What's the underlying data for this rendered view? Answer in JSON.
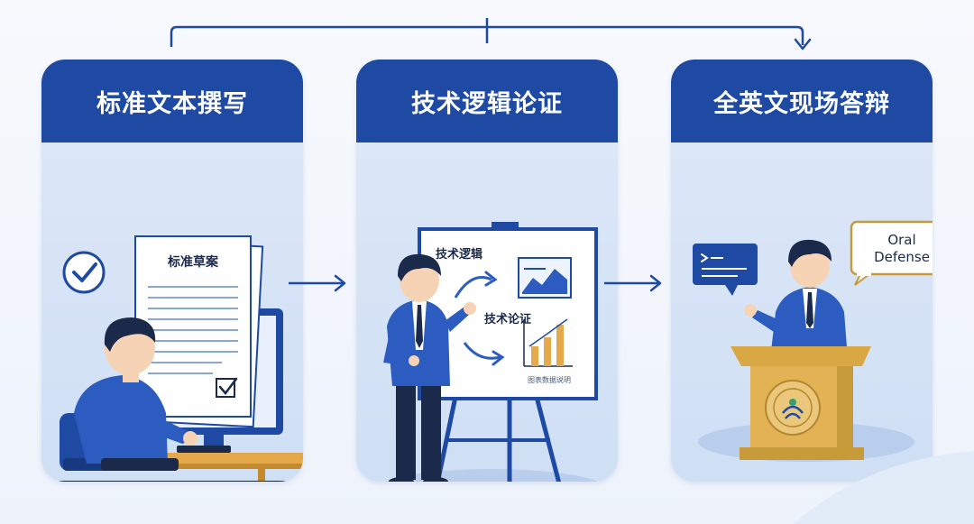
{
  "stages": [
    {
      "title": "标准文本撰写",
      "doc_title": "标准草案"
    },
    {
      "title": "技术逻辑论证",
      "board_label_1": "技术逻辑",
      "board_label_2": "技术论证",
      "board_caption": "图表数据说明"
    },
    {
      "title": "全英文现场答辩",
      "bubble_label_line1": "Oral",
      "bubble_label_line2": "Defense"
    }
  ],
  "colors": {
    "primary": "#1f4aa3",
    "card_bg": "#d6e4f6",
    "accent_gold": "#c79a3a"
  }
}
